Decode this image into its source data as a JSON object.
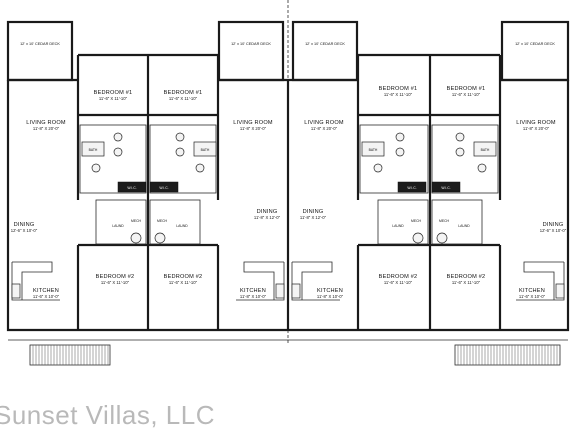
{
  "watermark": "Sunset Villas, LLC",
  "units": [
    {
      "deck": "12' x 10' CEDAR DECK",
      "living_room": "LIVING ROOM",
      "living_room_dim": "11'-8\" X 20'-0\"",
      "dining": "DINING",
      "dining_dim": "12'-6\" X 10'-0\"",
      "kitchen": "KITCHEN",
      "kitchen_dim": "11'-6\" X 10'-0\"",
      "bedroom1": "BEDROOM #1",
      "bedroom1_dim": "11'-6\" X 11'-10\"",
      "bedroom2": "BEDROOM #2",
      "bedroom2_dim": "11'-6\" X 11'-10\"",
      "bath": "BATH",
      "wic": "W.I.C.",
      "mech": "MECH",
      "laund": "LAUND"
    },
    {
      "deck": "12' x 10' CEDAR DECK",
      "living_room": "LIVING ROOM",
      "living_room_dim": "11'-8\" X 20'-0\"",
      "dining": "DINING",
      "dining_dim": "11'-8\" X 12'-0\"",
      "kitchen": "KITCHEN",
      "kitchen_dim": "11'-8\" X 10'-0\"",
      "bedroom1": "BEDROOM #1",
      "bedroom1_dim": "11'-6\" X 11'-10\"",
      "bedroom2": "BEDROOM #2",
      "bedroom2_dim": "11'-6\" X 11'-10\"",
      "bath": "BATH",
      "wic": "W.I.C.",
      "mech": "MECH",
      "laund": "LAUND"
    },
    {
      "deck": "12' x 10' CEDAR DECK",
      "living_room": "LIVING ROOM",
      "living_room_dim": "11'-8\" X 20'-0\"",
      "dining": "DINING",
      "dining_dim": "11'-8\" X 12'-0\"",
      "kitchen": "KITCHEN",
      "kitchen_dim": "11'-8\" X 10'-0\"",
      "bedroom1": "BEDROOM #1",
      "bedroom1_dim": "11'-6\" X 11'-10\"",
      "bedroom2": "BEDROOM #2",
      "bedroom2_dim": "11'-6\" X 11'-10\"",
      "bath": "BATH",
      "wic": "W.I.C.",
      "mech": "MECH",
      "laund": "LAUND"
    },
    {
      "deck": "12' x 10' CEDAR DECK",
      "living_room": "LIVING ROOM",
      "living_room_dim": "11'-8\" X 20'-0\"",
      "dining": "DINING",
      "dining_dim": "12'-6\" X 10'-0\"",
      "kitchen": "KITCHEN",
      "kitchen_dim": "11'-6\" X 10'-0\"",
      "bedroom1": "BEDROOM #1",
      "bedroom1_dim": "11'-6\" X 11'-10\"",
      "bedroom2": "BEDROOM #2",
      "bedroom2_dim": "11'-6\" X 11'-10\"",
      "bath": "BATH",
      "wic": "W.I.C.",
      "mech": "MECH",
      "laund": "LAUND"
    }
  ]
}
